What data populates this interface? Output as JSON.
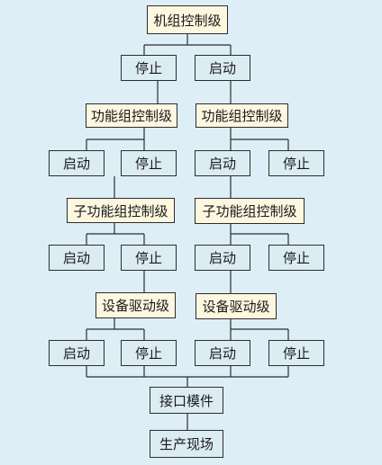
{
  "top": "机组控制级",
  "l1": {
    "left": "停止",
    "right": "启动"
  },
  "fg": {
    "left": "功能组控制级",
    "right": "功能组控制级"
  },
  "fgActs": [
    "启动",
    "停止",
    "启动",
    "停止"
  ],
  "sfg": {
    "left": "子功能组控制级",
    "right": "子功能组控制级"
  },
  "sfgActs": [
    "启动",
    "停止",
    "启动",
    "停止"
  ],
  "dev": {
    "left": "设备驱动级",
    "right": "设备驱动级"
  },
  "devActs": [
    "启动",
    "停止",
    "启动",
    "停止"
  ],
  "interface": "接口模件",
  "field": "生产现场",
  "colors": {
    "background": "#deeef6",
    "control_fill": "#fdf7e0",
    "action_fill": "#dcecf3",
    "line": "#2d2d2d"
  }
}
